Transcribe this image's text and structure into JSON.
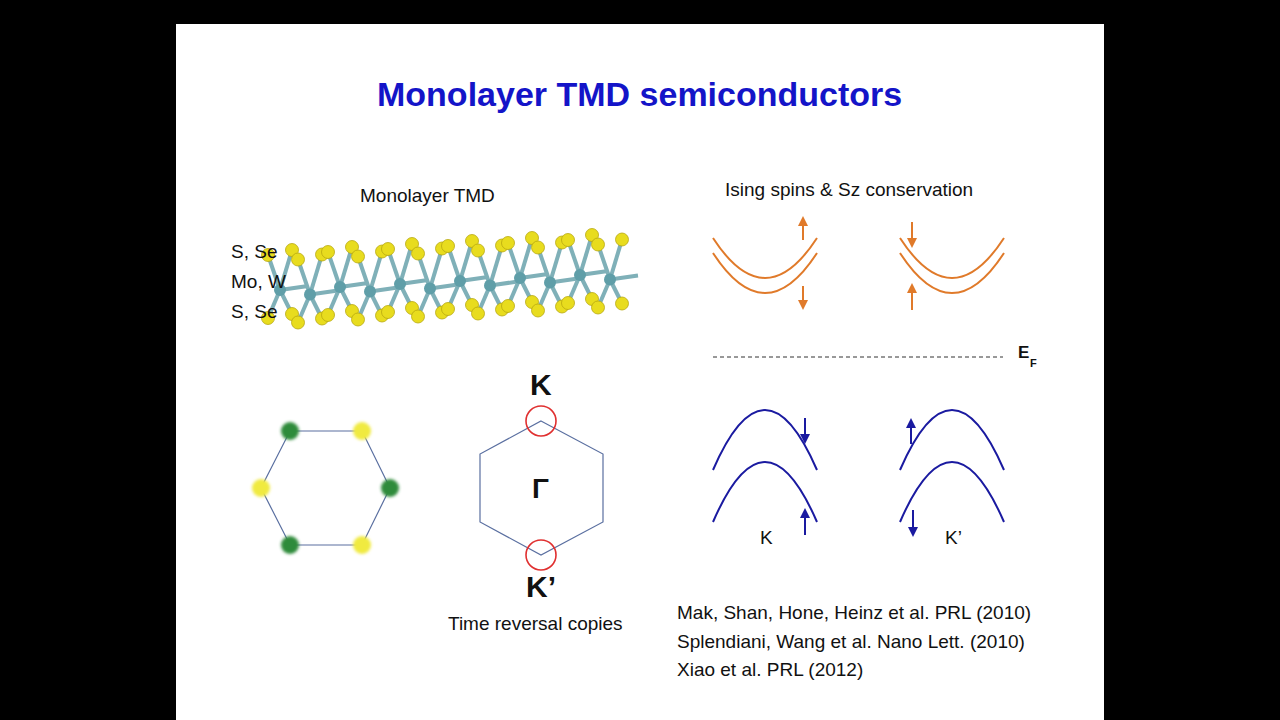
{
  "diagram": {
    "title": "Monolayer TMD semiconductors",
    "labels": [
      "Monolayer TMD",
      "S, Se",
      "Mo, W",
      "S, Se",
      "K",
      "Γ",
      "K’",
      "Time reversal copies",
      "Ising spins & Sz conservation",
      "E",
      "F",
      "K",
      "K’",
      "Mak, Shan, Hone, Heinz et al. PRL (2010)",
      "Splendiani, Wang et al. Nano Lett. (2010)",
      "Xiao et al. PRL (2012)"
    ]
  }
}
